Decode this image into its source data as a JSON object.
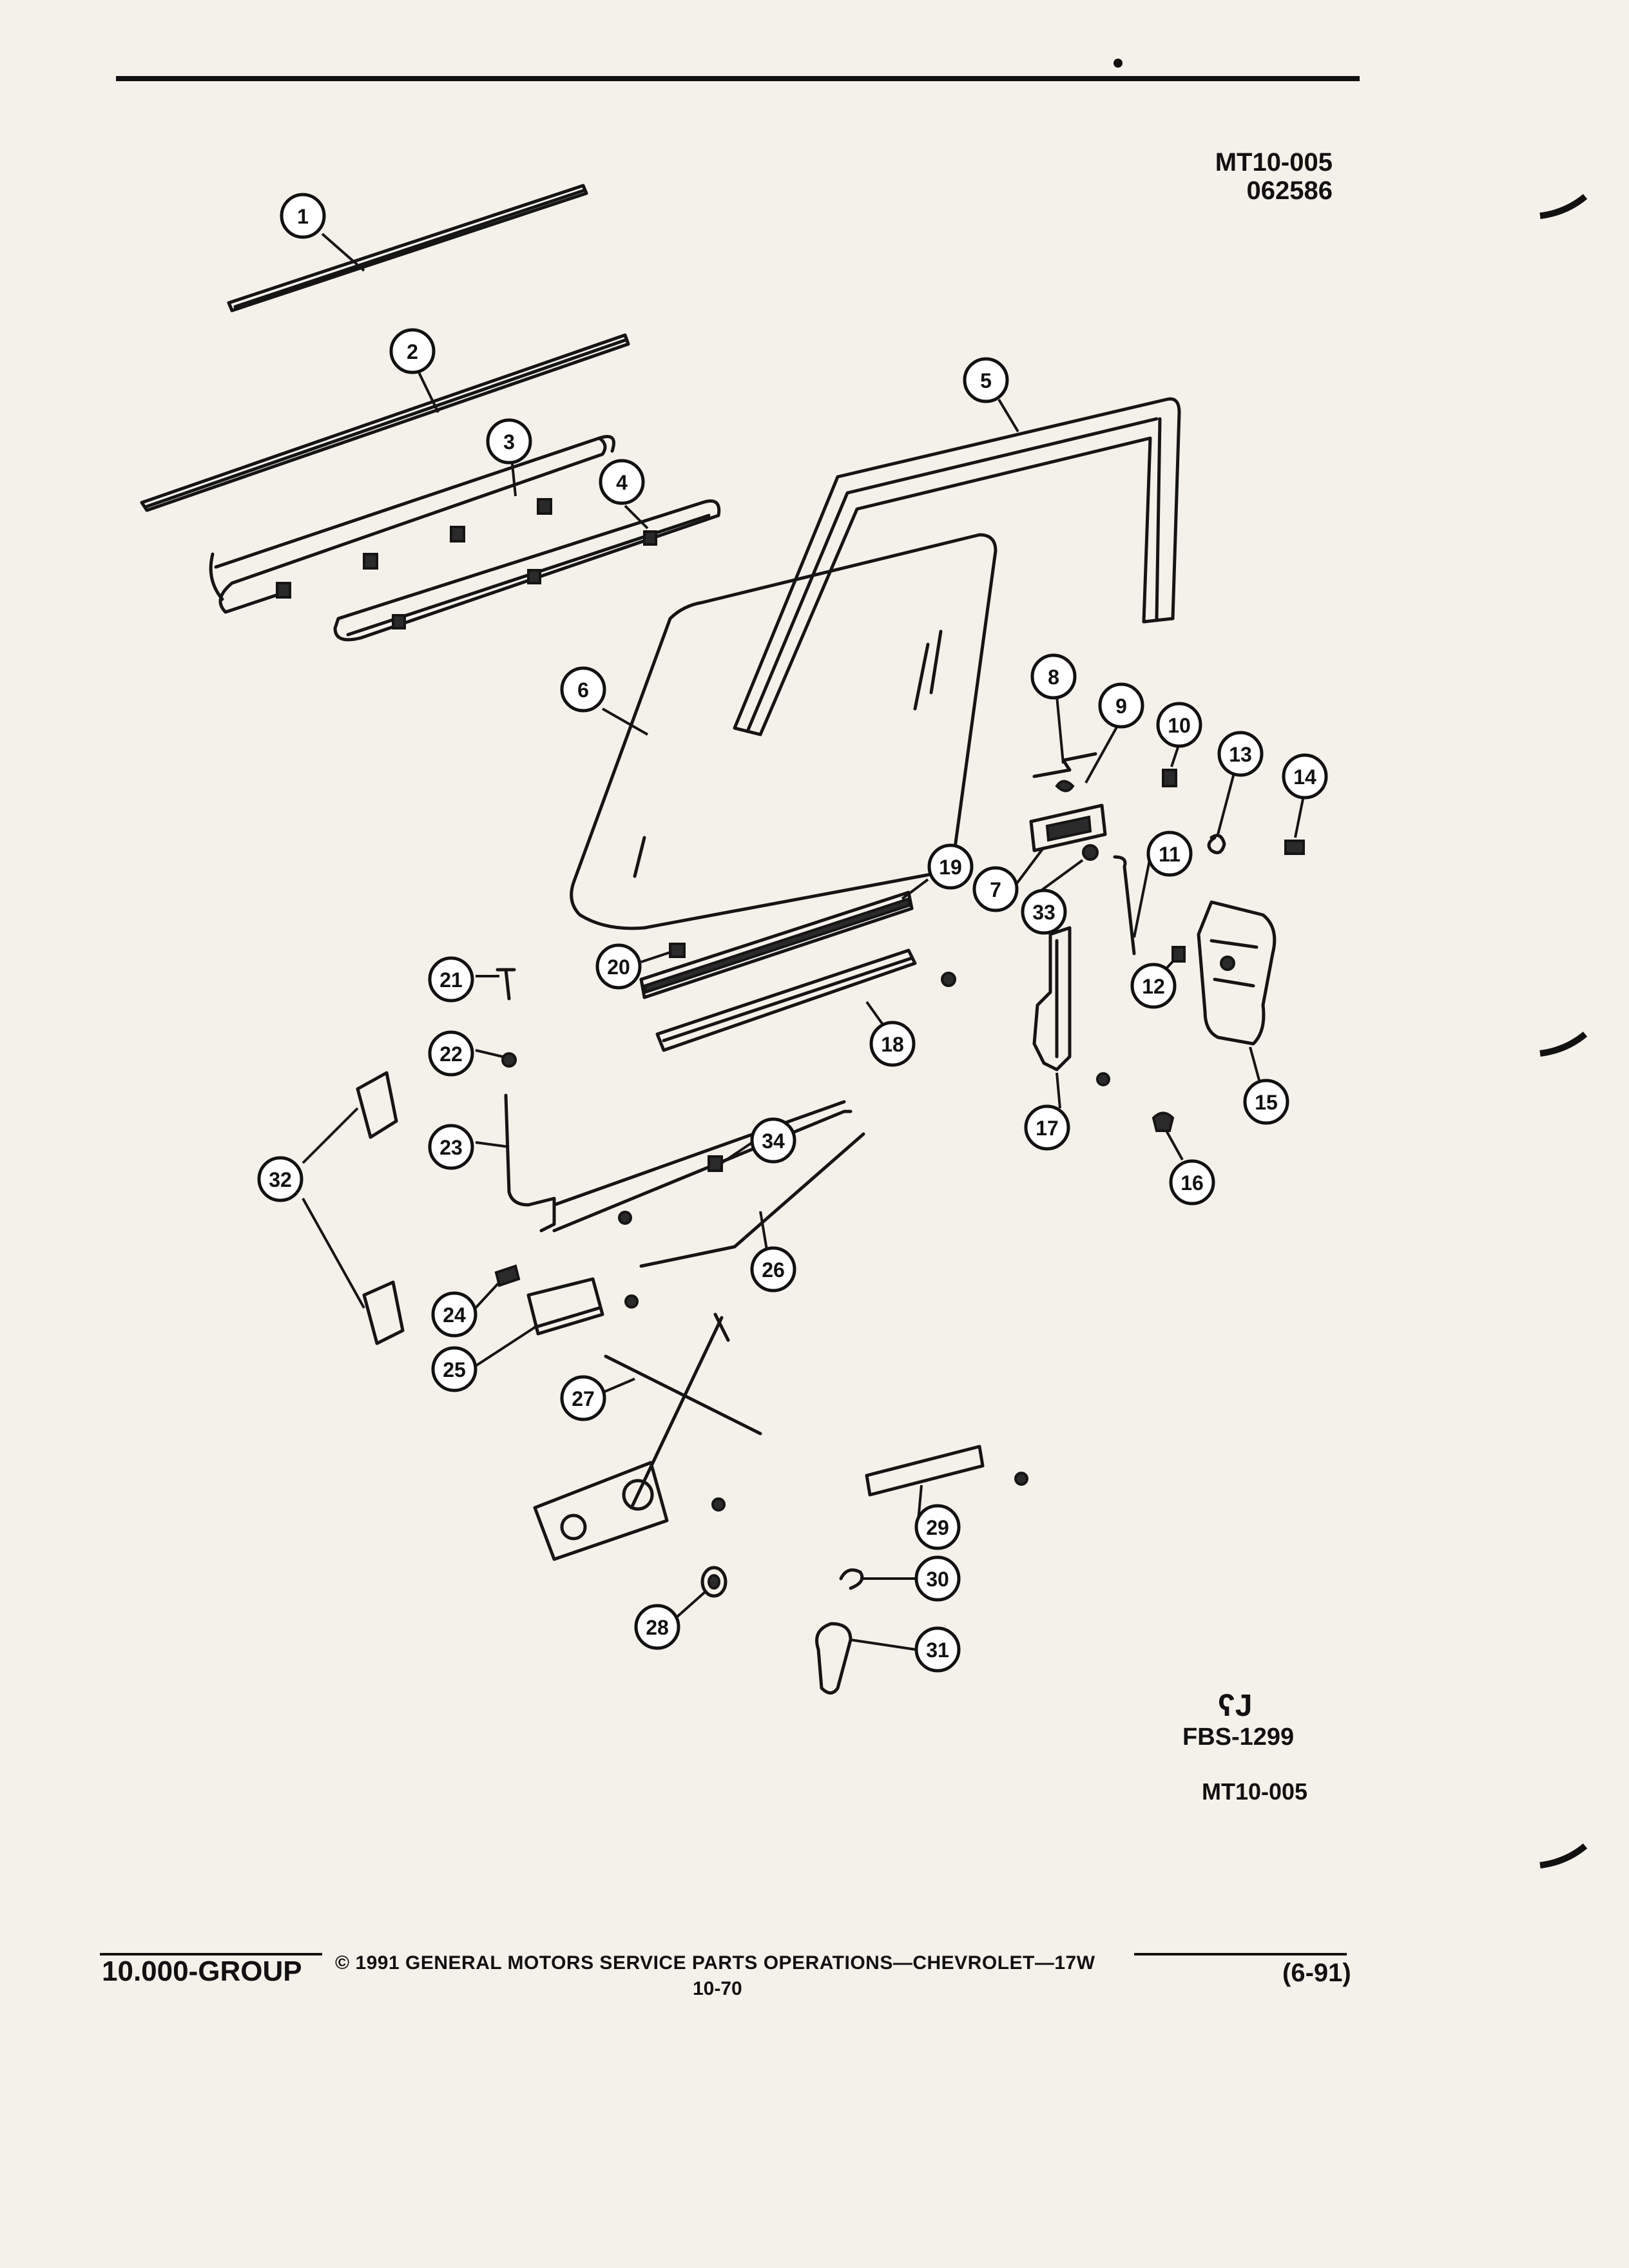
{
  "header": {
    "code_lines": [
      "MT10-005",
      "062586"
    ]
  },
  "callouts": [
    {
      "n": "1"
    },
    {
      "n": "2"
    },
    {
      "n": "3"
    },
    {
      "n": "4"
    },
    {
      "n": "5"
    },
    {
      "n": "6"
    },
    {
      "n": "7"
    },
    {
      "n": "8"
    },
    {
      "n": "9"
    },
    {
      "n": "10"
    },
    {
      "n": "11"
    },
    {
      "n": "12"
    },
    {
      "n": "13"
    },
    {
      "n": "14"
    },
    {
      "n": "15"
    },
    {
      "n": "16"
    },
    {
      "n": "17"
    },
    {
      "n": "18"
    },
    {
      "n": "19"
    },
    {
      "n": "20"
    },
    {
      "n": "21"
    },
    {
      "n": "22"
    },
    {
      "n": "23"
    },
    {
      "n": "24"
    },
    {
      "n": "25"
    },
    {
      "n": "26"
    },
    {
      "n": "27"
    },
    {
      "n": "28"
    },
    {
      "n": "29"
    },
    {
      "n": "30"
    },
    {
      "n": "31"
    },
    {
      "n": "32"
    },
    {
      "n": "33"
    },
    {
      "n": "34"
    }
  ],
  "footer_marks": {
    "logo_glyph": "ʕJ",
    "fbs_code": "FBS-1299",
    "figure_code": "MT10-005"
  },
  "footer": {
    "group": "10.000-GROUP",
    "copyright": "© 1991 GENERAL MOTORS SERVICE PARTS OPERATIONS—CHEVROLET—17W",
    "page_number": "10-70",
    "date_code": "(6-91)"
  }
}
